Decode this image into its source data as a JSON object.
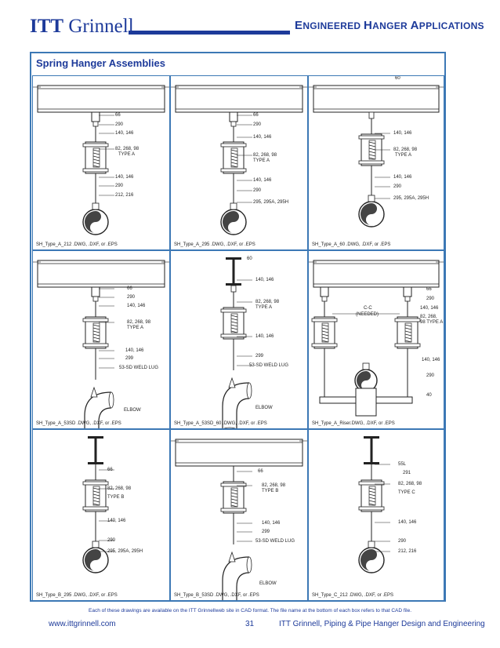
{
  "header": {
    "logo_bold": "ITT",
    "logo_rest": "Grinnell",
    "title_parts": [
      {
        "cap": "E",
        "rest": "NGINEERED"
      },
      {
        "cap": "H",
        "rest": "ANGER"
      },
      {
        "cap": "A",
        "rest": "PPLICATIONS"
      }
    ]
  },
  "section": {
    "title": "Spring Hanger Assemblies"
  },
  "cells": [
    {
      "file": "SH_Type_A_212 .DWG, .DXF, or .EPS",
      "labels": [
        "66",
        "290",
        "140, 146",
        "82, 268, 98",
        "TYPE A",
        "140, 146",
        "290",
        "212, 216"
      ]
    },
    {
      "file": "SH_Type_A_295 .DWG, .DXF, or .EPS",
      "labels": [
        "66",
        "290",
        "140, 146",
        "82, 268, 98",
        "TYPE A",
        "140, 146",
        "290",
        "295, 295A, 295H"
      ]
    },
    {
      "file": "SH_Type_A_60 .DWG, .DXF, or .EPS",
      "labels": [
        "60",
        "140, 146",
        "82, 268, 98",
        "TYPE A",
        "140, 146",
        "290",
        "295, 295A, 295H"
      ]
    },
    {
      "file": "SH_Type_A_53SD .DWG, .DXF, or .EPS",
      "labels": [
        "66",
        "290",
        "140, 146",
        "82, 268, 98",
        "TYPE A",
        "140, 146",
        "299",
        "53-SD WELD LUG",
        "ELBOW"
      ]
    },
    {
      "file": "SH_Type_A_53SD_60 .DWG, .DXF, or .EPS",
      "labels": [
        "60",
        "140, 146",
        "82, 268, 98",
        "TYPE A",
        "140, 146",
        "299",
        "53-SD WELD LUG",
        "ELBOW"
      ]
    },
    {
      "file": "SH_Type_A_Riser.DWG, .DXF, or .EPS",
      "labels": [
        "66",
        "290",
        "C-C",
        "(NEEDED)",
        "140, 146",
        "82, 268,",
        "98 TYPE A",
        "140, 146",
        "290",
        "40"
      ]
    },
    {
      "file": "SH_Type_B_295 .DWG, .DXF, or .EPS",
      "labels": [
        "66",
        "82, 268, 98",
        "TYPE B",
        "140, 146",
        "290",
        "295, 295A, 295H"
      ]
    },
    {
      "file": "SH_Type_B_53SD .DWG, .DXF, or .EPS",
      "labels": [
        "66",
        "82, 268, 98",
        "TYPE B",
        "140, 146",
        "299",
        "53-SD WELD LUG",
        "ELBOW"
      ]
    },
    {
      "file": "SH_Type_C_212 .DWG, .DXF, or .EPS",
      "labels": [
        "55L",
        "291",
        "82, 268, 98",
        "TYPE C",
        "140, 146",
        "290",
        "212, 216"
      ]
    }
  ],
  "footnote": "Each of these drawings are available on the ITT Grinnellweb site in CAD format. The file name at the bottom of each box refers to that CAD file.",
  "footer": {
    "url": "www.ittgrinnell.com",
    "page": "31",
    "company": "ITT Grinnell, Piping & Pipe Hanger Design and Engineering"
  }
}
